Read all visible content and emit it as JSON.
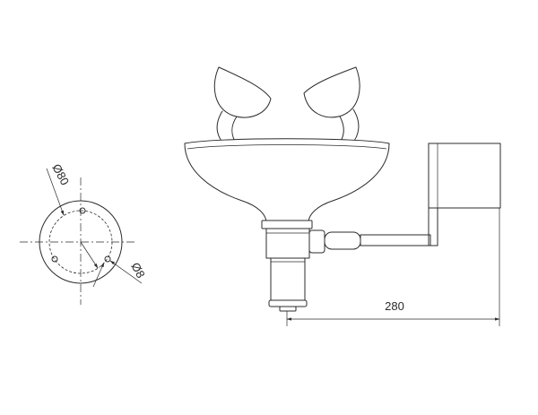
{
  "labels": {
    "pcd_diameter": "Ø80",
    "hole_diameter": "Ø8",
    "projection_length": "280"
  },
  "colors": {
    "line": "#2b2b2b",
    "background": "#ffffff"
  }
}
